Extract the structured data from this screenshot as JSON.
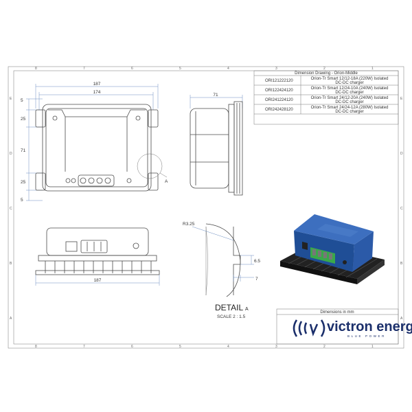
{
  "sheet": {
    "grid_top": [
      "1",
      "2",
      "3",
      "4",
      "5",
      "6",
      "7",
      "8"
    ],
    "grid_side": [
      "A",
      "B",
      "C",
      "D",
      "E"
    ]
  },
  "title_table": {
    "heading": "Dimension Drawing - Orion-Middle",
    "rows": [
      {
        "code": "ORI121222120",
        "desc1": "Orion-Tr Smart 12/12-18A (220W) Isolated",
        "desc2": "DC-DC charger"
      },
      {
        "code": "ORI122424120",
        "desc1": "Orion-Tr Smart 12/24-10A (240W) Isolated",
        "desc2": "DC-DC charger"
      },
      {
        "code": "ORI241224120",
        "desc1": "Orion-Tr Smart 24/12-20A (240W) Isolated",
        "desc2": "DC-DC charger"
      },
      {
        "code": "ORI242428120",
        "desc1": "Orion-Tr Smart 24/24-12A (280W) Isolated",
        "desc2": "DC-DC charger"
      }
    ]
  },
  "dimensions": {
    "width_overall": "187",
    "width_inner": "174",
    "depth": "71",
    "left_5_top": "5",
    "left_25_top": "25",
    "left_71": "71",
    "left_25_bottom": "25",
    "left_5_bottom": "5",
    "bottom_width": "187",
    "radius": "R3.25",
    "slot_height": "6.5",
    "slot_offset": "7",
    "detail_callout": "A"
  },
  "detail": {
    "title": "DETAIL",
    "letter": "A",
    "scale": "SCALE 2 : 1.5"
  },
  "units_note": "Dimensions in mm",
  "brand": {
    "name": "victron energy",
    "tagline": "BLUE POWER",
    "color": "#1b2f6b"
  },
  "device": {
    "body_color": "#2b5aa8",
    "terminal_color": "#3aa84a",
    "base_color": "#222222"
  }
}
